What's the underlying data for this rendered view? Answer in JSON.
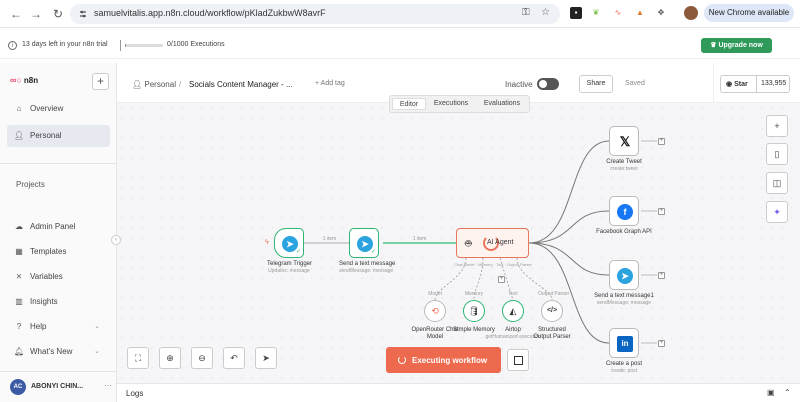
{
  "browser": {
    "url": "samuelvitalis.app.n8n.cloud/workflow/pKladZukbwW8avrF",
    "new_chrome_label": "New Chrome available"
  },
  "banner": {
    "trial_text": "13 days left in your n8n trial",
    "executions_text": "0/1000 Executions",
    "executions_used_fraction": 0,
    "upgrade_label": "Upgrade now"
  },
  "sidebar": {
    "brand": "n8n",
    "items": [
      {
        "label": "Overview",
        "icon": "home-icon"
      },
      {
        "label": "Personal",
        "icon": "user-icon"
      }
    ],
    "projects_label": "Projects",
    "bottom_items": [
      {
        "label": "Admin Panel",
        "icon": "cloud-icon"
      },
      {
        "label": "Templates",
        "icon": "template-icon"
      },
      {
        "label": "Variables",
        "icon": "variables-icon"
      },
      {
        "label": "Insights",
        "icon": "chart-icon"
      },
      {
        "label": "Help",
        "icon": "help-icon"
      },
      {
        "label": "What's New",
        "icon": "bell-icon"
      }
    ],
    "user": {
      "initials": "AC",
      "name": "ABONYI CHIN..."
    }
  },
  "header": {
    "breadcrumb_project": "Personal",
    "breadcrumb_sep": "/",
    "workflow_name": "Socials Content Manager - ...",
    "add_tag": "+ Add tag",
    "status": "Inactive",
    "share": "Share",
    "saved": "Saved",
    "github_star": "Star",
    "github_count": "133,955"
  },
  "tabs": [
    {
      "label": "Editor",
      "active": true
    },
    {
      "label": "Executions",
      "active": false
    },
    {
      "label": "Evaluations",
      "active": false
    }
  ],
  "nodes": {
    "trigger": {
      "label": "Telegram Trigger",
      "sub": "Updates: message"
    },
    "send1": {
      "label": "Send a text message",
      "sub": "sendMessage: message"
    },
    "agent": {
      "label": "AI Agent"
    },
    "tweet": {
      "label": "Create Tweet",
      "sub": "create:tweet"
    },
    "facebook": {
      "label": "Facebook Graph API"
    },
    "send2": {
      "label": "Send a text message1",
      "sub": "sendMessage: message"
    },
    "linkedin": {
      "label": "Create a post",
      "sub": "create: post"
    },
    "model": {
      "label": "OpenRouter Chat Model",
      "port": "Model"
    },
    "memory": {
      "label": "Simple Memory",
      "port": "Memory"
    },
    "airtop": {
      "label": "Airtop",
      "sub": "getHumanized execution",
      "port": "Tool"
    },
    "parser": {
      "label": "Structured Output Parser",
      "port": "Output Parser"
    },
    "edge_item_1": "1 item",
    "edge_item_2": "1 item",
    "agent_port_labels": [
      "Chat Model",
      "Memory",
      "Tool",
      "Output Parser"
    ]
  },
  "controls": {
    "execute_label": "Executing workflow"
  },
  "logs": {
    "label": "Logs"
  },
  "colors": {
    "accent": "#ee6a4f",
    "success": "#2bb673",
    "upgrade": "#2f9a5a",
    "telegram": "#2aa3df",
    "facebook": "#1877f2",
    "linkedin": "#0a66c2"
  }
}
